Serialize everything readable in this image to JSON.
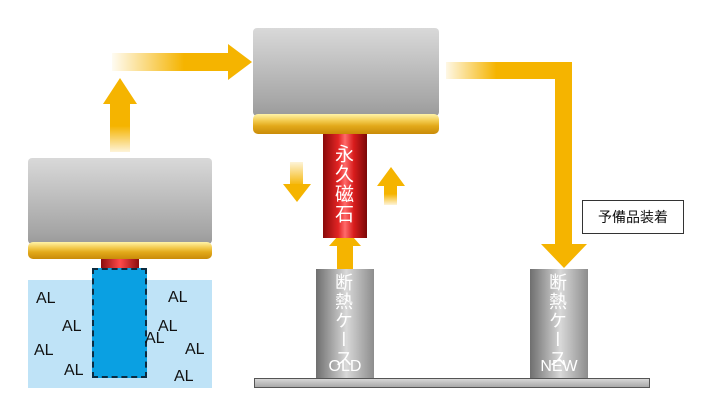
{
  "magnet_label": "永久磁石",
  "callout": {
    "text": "予備品装着"
  },
  "cases": [
    {
      "label": "断熱ケース",
      "tag": "OLD"
    },
    {
      "label": "断熱ケース",
      "tag": "NEW"
    }
  ],
  "medium": {
    "label": "AL",
    "labels": [
      "AL",
      "AL",
      "AL",
      "AL",
      "AL",
      "AL",
      "AL",
      "AL",
      "AL"
    ]
  },
  "colors": {
    "arrow": "#f5b400",
    "liquid": "#bfe3f7",
    "sensor": "#0aa0e2",
    "magnet": "#d81c1c"
  }
}
